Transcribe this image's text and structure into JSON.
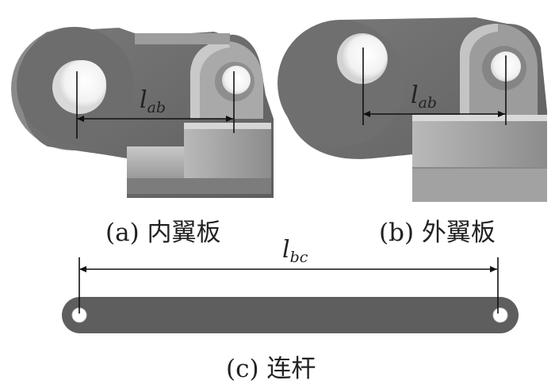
{
  "panels": [
    {
      "id": "a",
      "caption": "(a)  内翼板",
      "dimension_label": {
        "main": "l",
        "sub": "ab"
      }
    },
    {
      "id": "b",
      "caption": "(b)  外翼板",
      "dimension_label": {
        "main": "l",
        "sub": "ab"
      }
    },
    {
      "id": "c",
      "caption": "(c)  连杆",
      "dimension_label": {
        "main": "l",
        "sub": "bc"
      }
    }
  ]
}
